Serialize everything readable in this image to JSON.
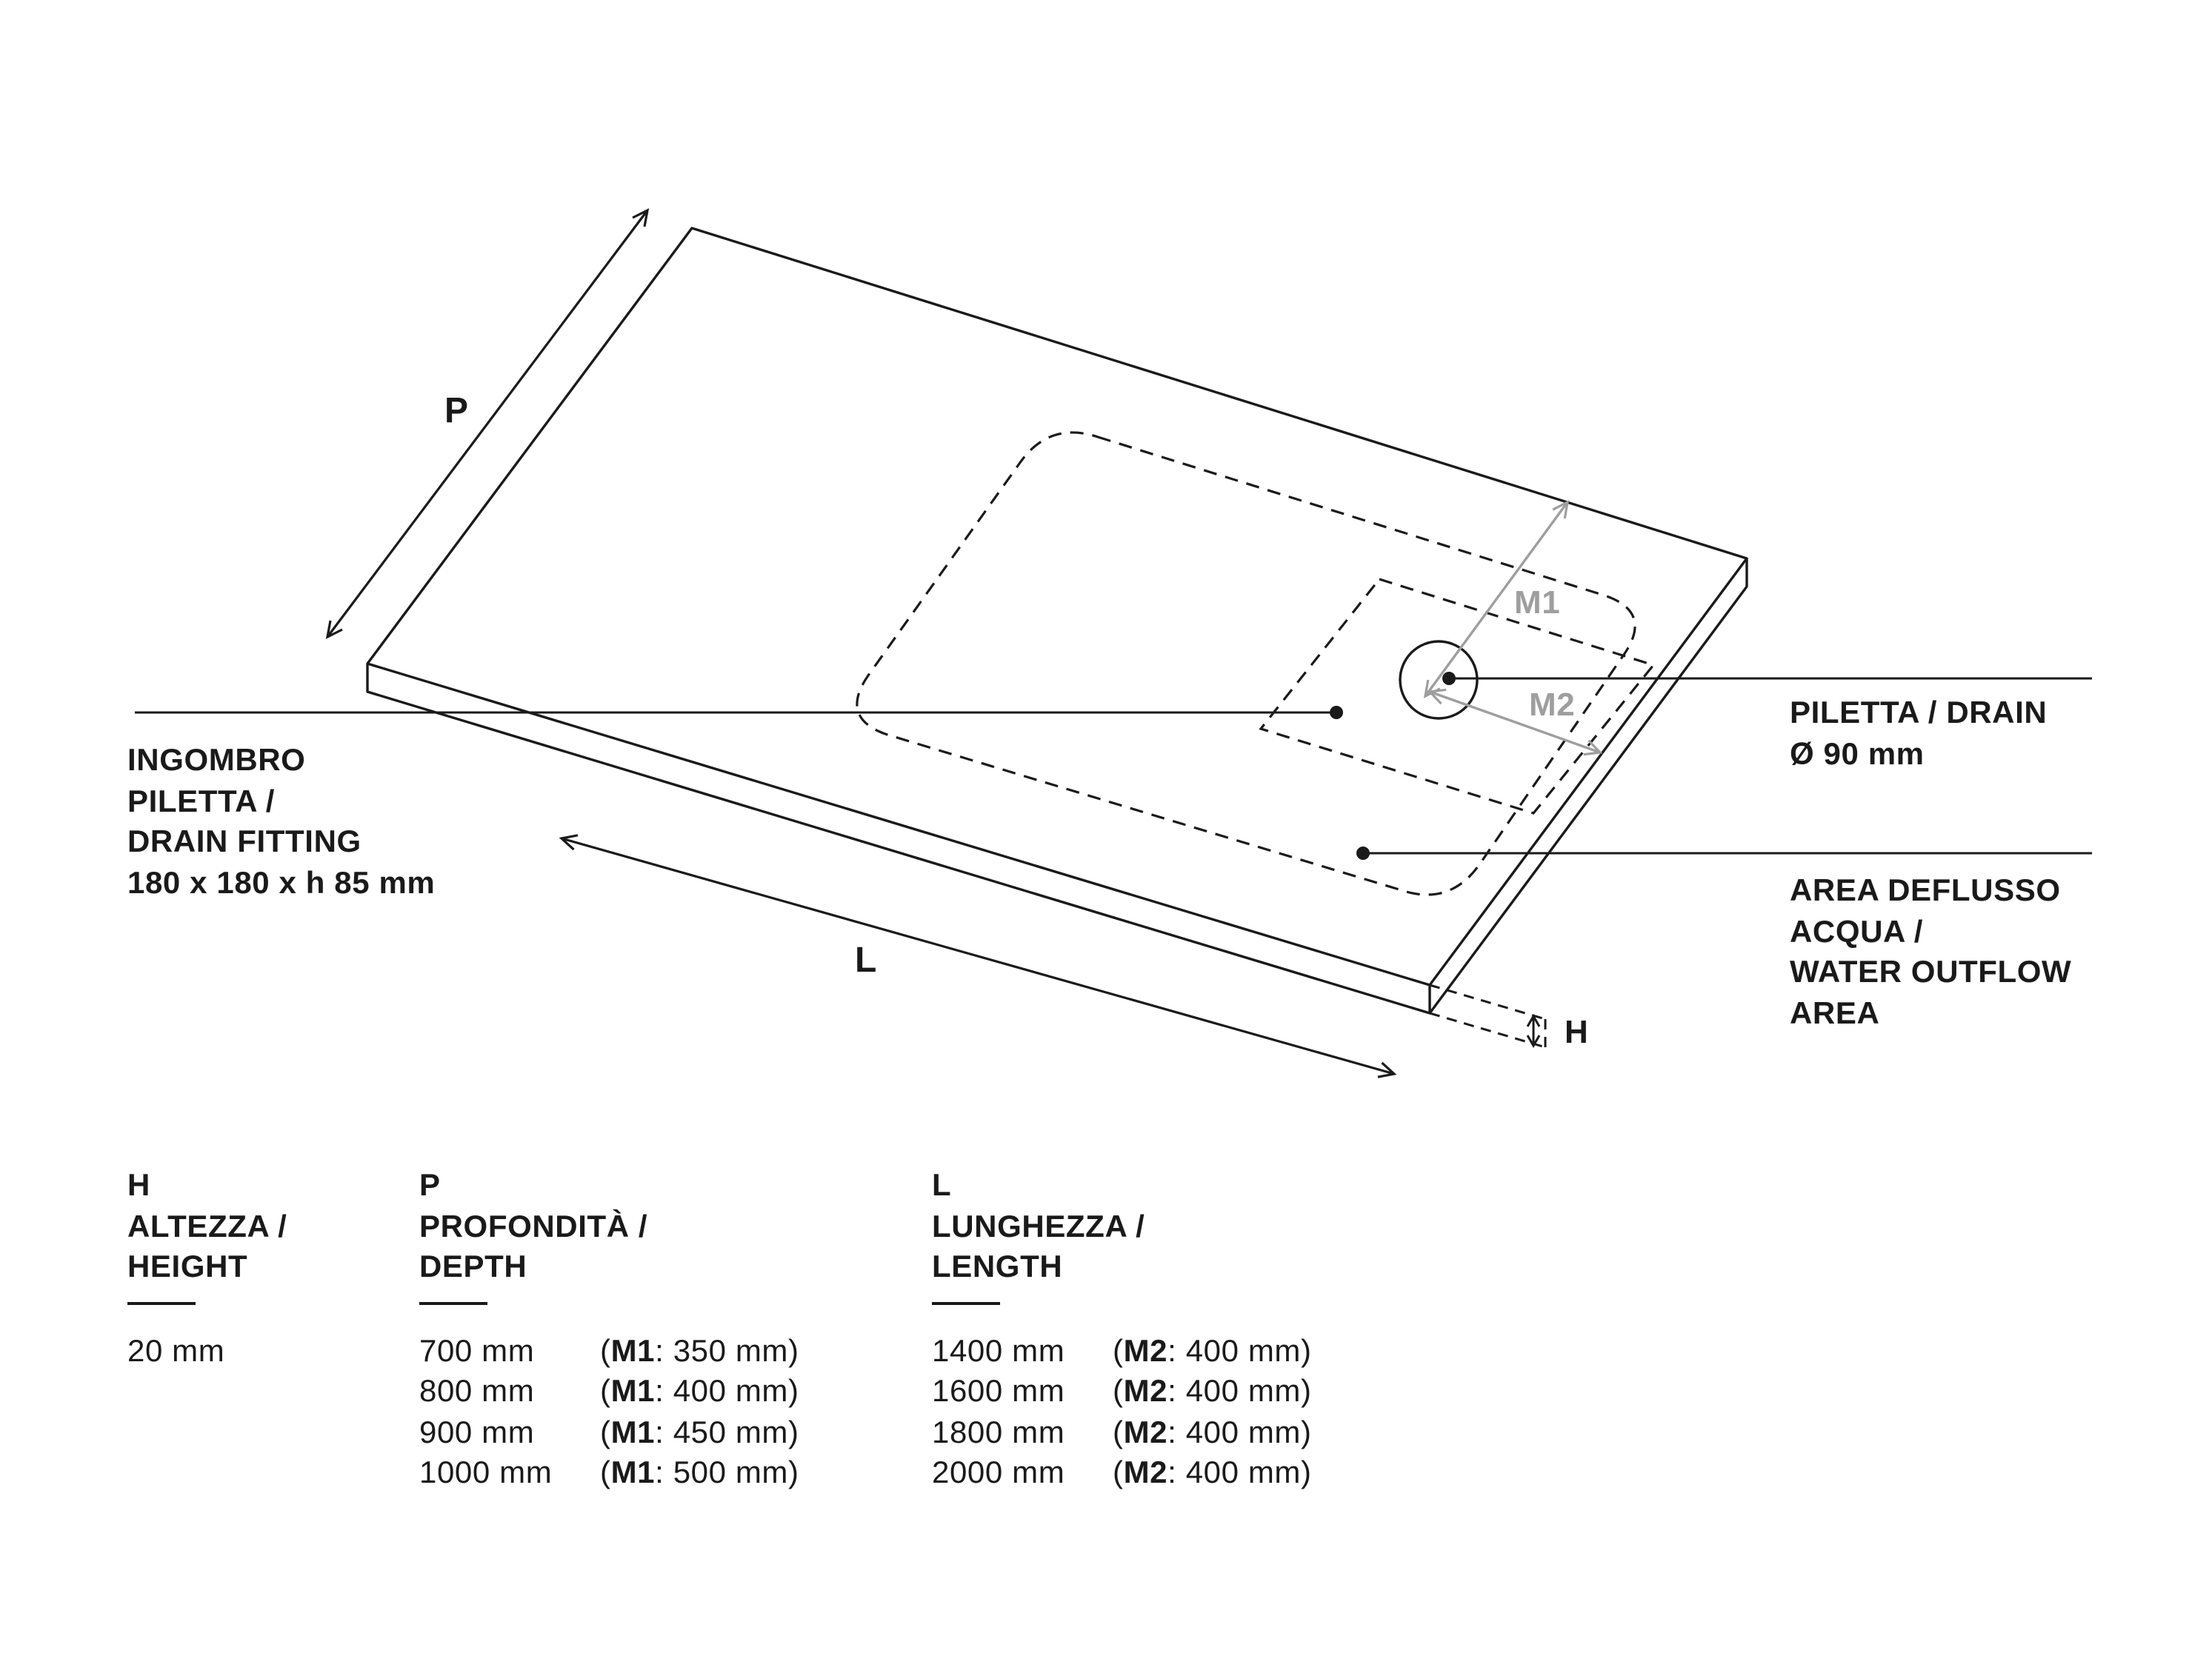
{
  "diagram": {
    "colors": {
      "ink": "#1a1a1a",
      "gray": "#9e9e9e"
    },
    "labels": {
      "p": "P",
      "l": "L",
      "h": "H",
      "m1": "M1",
      "m2": "M2"
    },
    "annotations": {
      "drain_fitting": {
        "lines": [
          "INGOMBRO",
          "PILETTA /",
          "DRAIN FITTING",
          "180 x 180 x h 85 mm"
        ]
      },
      "drain": {
        "lines": [
          "PILETTA / DRAIN",
          "Ø 90 mm"
        ]
      },
      "outflow": {
        "lines": [
          "AREA DEFLUSSO",
          "ACQUA /",
          "WATER OUTFLOW",
          "AREA"
        ]
      }
    }
  },
  "tables": {
    "height": {
      "key": "H",
      "title_lines": [
        "ALTEZZA /",
        "HEIGHT"
      ],
      "value": "20 mm"
    },
    "depth": {
      "key": "P",
      "title_lines": [
        "PROFONDITÀ /",
        "DEPTH"
      ],
      "rows": [
        {
          "value": "700 mm",
          "detail_prefix": "(",
          "detail_bold": "M1",
          "detail_suffix": ": 350 mm)"
        },
        {
          "value": "800 mm",
          "detail_prefix": "(",
          "detail_bold": "M1",
          "detail_suffix": ": 400 mm)"
        },
        {
          "value": "900 mm",
          "detail_prefix": "(",
          "detail_bold": "M1",
          "detail_suffix": ": 450 mm)"
        },
        {
          "value": "1000 mm",
          "detail_prefix": "(",
          "detail_bold": "M1",
          "detail_suffix": ": 500 mm)"
        }
      ]
    },
    "length": {
      "key": "L",
      "title_lines": [
        "LUNGHEZZA /",
        "LENGTH"
      ],
      "rows": [
        {
          "value": "1400 mm",
          "detail_prefix": "(",
          "detail_bold": "M2",
          "detail_suffix": ": 400 mm)"
        },
        {
          "value": "1600 mm",
          "detail_prefix": "(",
          "detail_bold": "M2",
          "detail_suffix": ": 400 mm)"
        },
        {
          "value": "1800 mm",
          "detail_prefix": "(",
          "detail_bold": "M2",
          "detail_suffix": ": 400 mm)"
        },
        {
          "value": "2000 mm",
          "detail_prefix": "(",
          "detail_bold": "M2",
          "detail_suffix": ": 400 mm)"
        }
      ]
    }
  }
}
